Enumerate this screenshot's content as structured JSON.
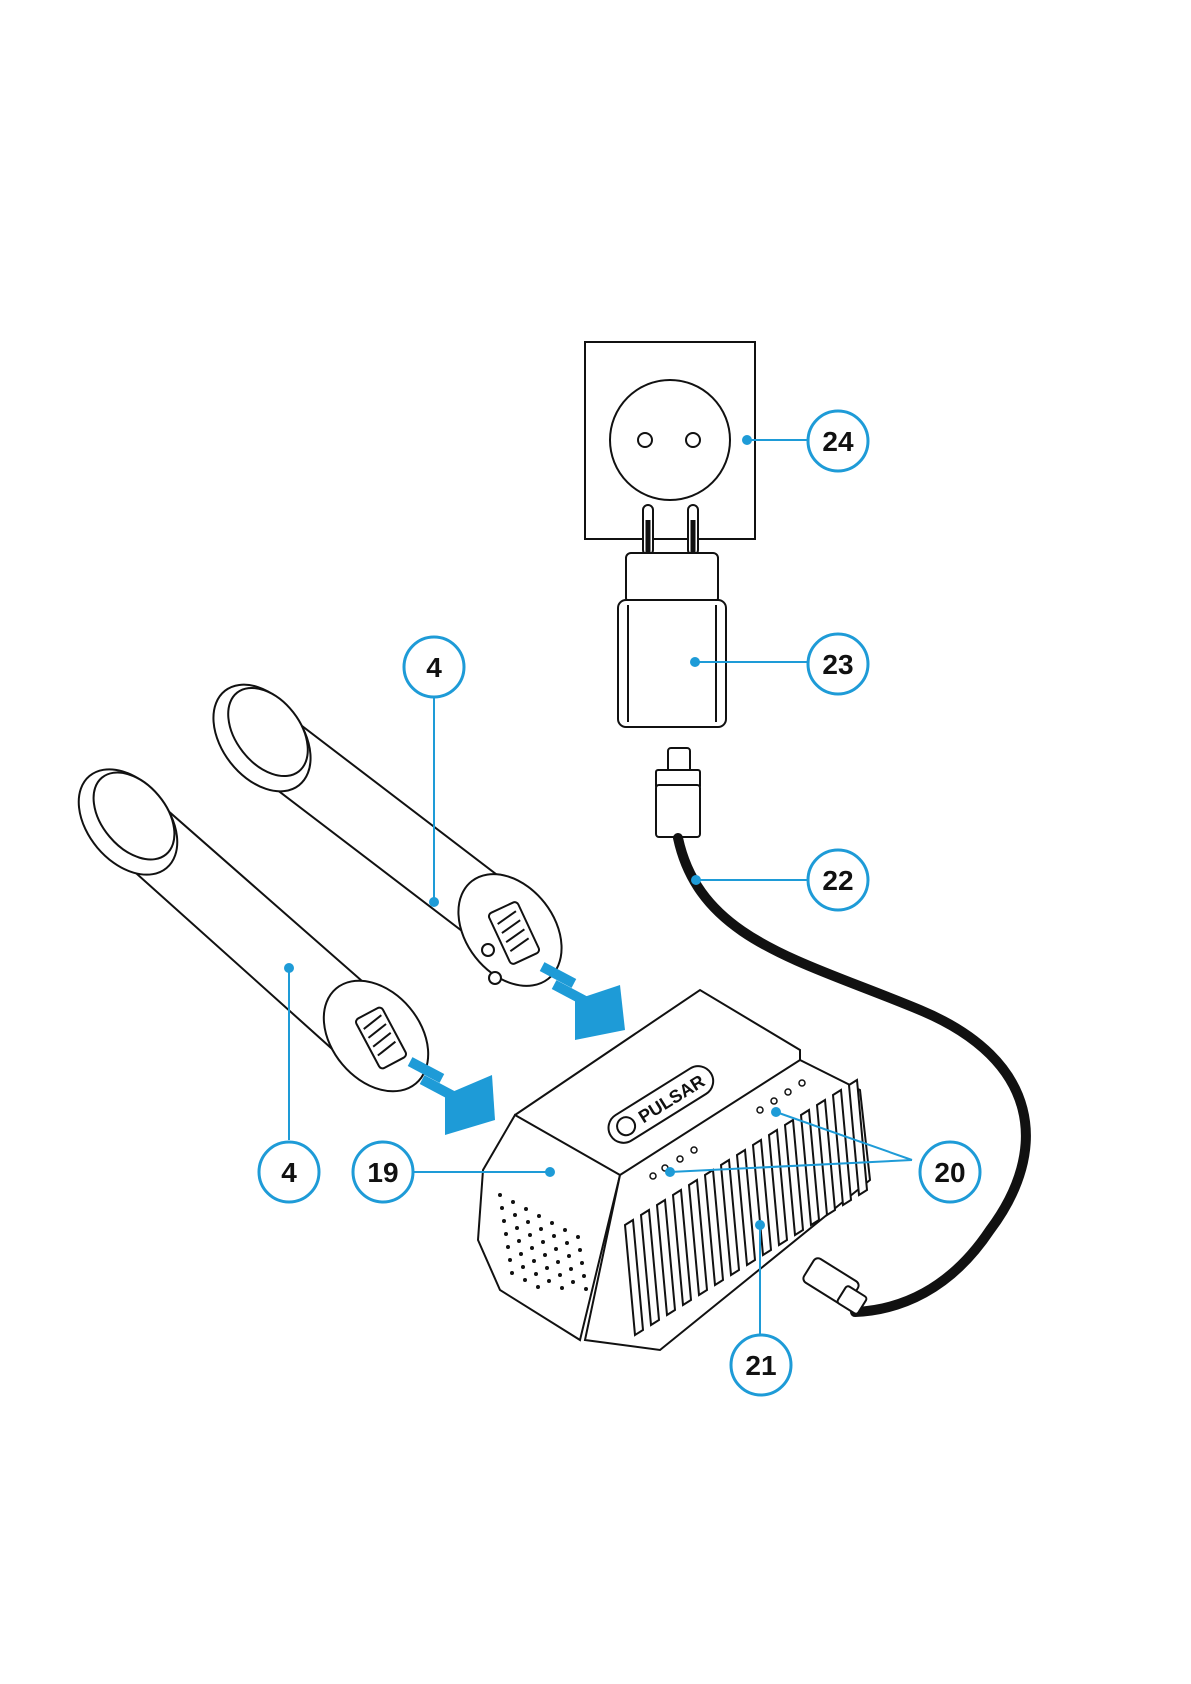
{
  "callouts": {
    "battery_left": "4",
    "battery_right": "4",
    "charger": "19",
    "indicators": "20",
    "charger_port": "21",
    "cable": "22",
    "adapter": "23",
    "socket": "24"
  },
  "brand": "PULSAR",
  "colors": {
    "accent": "#1e9bd7",
    "line": "#111111",
    "background": "#ffffff"
  }
}
